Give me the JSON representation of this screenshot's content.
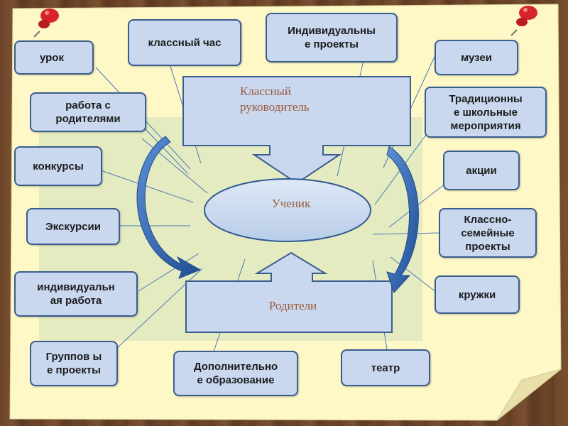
{
  "center": {
    "teacher": "Классный\nруководитель",
    "student": "Ученик",
    "parents": "Родители"
  },
  "activities": {
    "urok": "урок",
    "klassny_chas": "классный час",
    "individual_projects": "Индивидуальны\nе проекты",
    "muzei": "музеи",
    "parents_work": "работа с\nродителями",
    "traditional_events": "Традиционны\nе школьные\nмероприятия",
    "konkursy": "конкурсы",
    "aktsii": "акции",
    "ekskursii": "Экскурсии",
    "family_projects": "Классно-\nсемейные\nпроекты",
    "individual_work": "индивидуальн\nая работа",
    "kruzhki": "кружки",
    "group_projects": "Группов ы\nе проекты",
    "additional_education": "Дополнительно\nе образование",
    "teatr": "театр"
  },
  "colors": {
    "box_fill": "#c9d8ef",
    "box_border": "#3a5d8f",
    "paper": "#fdf8c6",
    "inner_paper": "#e4ebc0",
    "arrow": "#2f5fa8",
    "pin": "#d8232a"
  }
}
